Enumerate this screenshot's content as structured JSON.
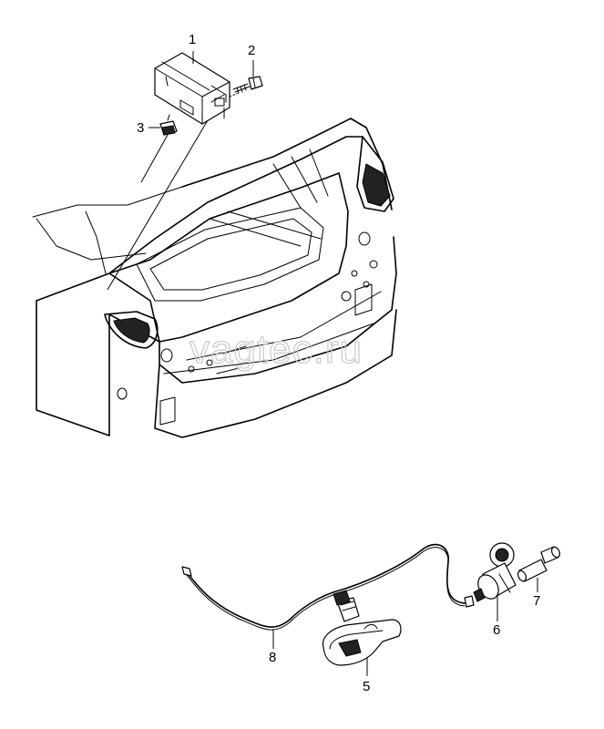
{
  "watermark": "vagtec.ru",
  "callouts": {
    "c1": "1",
    "c2": "2",
    "c3": "3",
    "c5": "5",
    "c6": "6",
    "c7": "7",
    "c8": "8"
  }
}
